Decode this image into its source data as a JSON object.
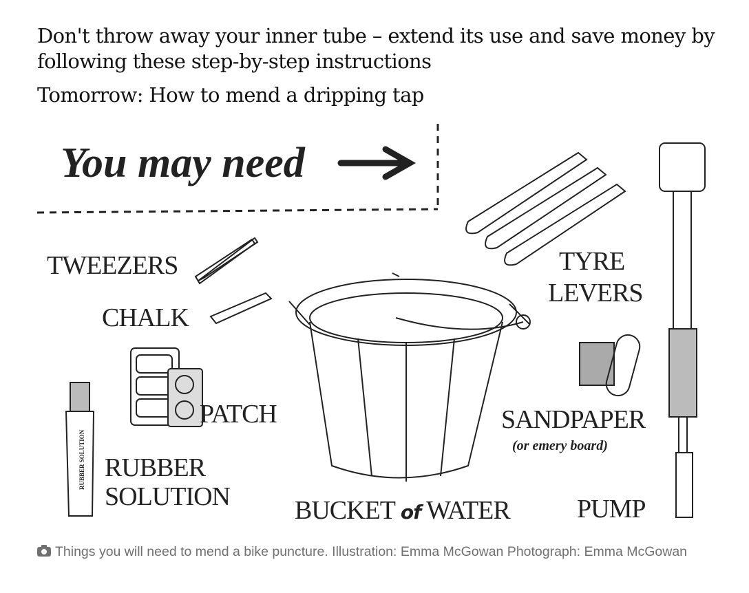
{
  "standfirst": {
    "text": "Don't throw away your inner tube – extend its use and save money by following these step-by-step instructions",
    "next": "Tomorrow: How to mend a dripping tap"
  },
  "illustration": {
    "heading": "You may need",
    "labels": {
      "tweezers": "TWEEZERS",
      "chalk": "CHALK",
      "patch": "PATCH",
      "rubber_1": "RUBBER",
      "rubber_2": "SOLUTION",
      "bucket_1": "BUCKET",
      "bucket_of": "of",
      "bucket_2": "WATER",
      "tyre_1": "TYRE",
      "tyre_2": "LEVERS",
      "sandpaper": "SANDPAPER",
      "sandpaper_note": "(or emery board)",
      "pump": "PUMP",
      "tube_text": "RUBBER SOLUTION"
    }
  },
  "caption": {
    "icon": "camera-icon",
    "text": "Things you will need to mend a bike puncture. Illustration: Emma McGowan Photograph: Emma McGowan"
  }
}
